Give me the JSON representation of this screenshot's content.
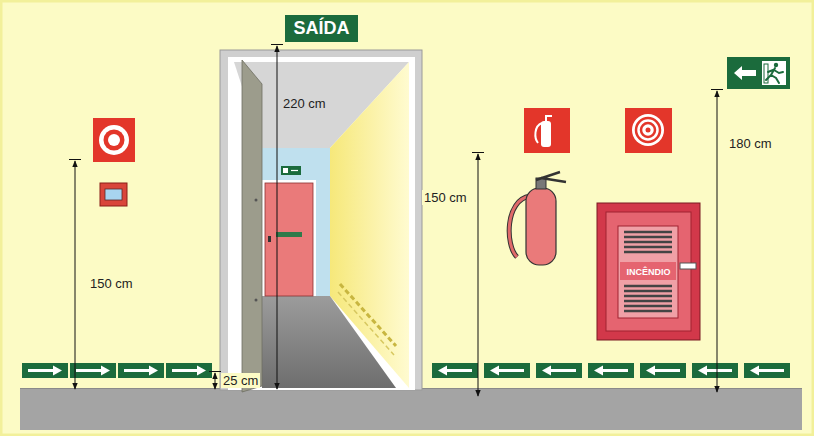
{
  "diagram": {
    "nodes": [
      {
        "text": [
          "SAÍDA"
        ]
      },
      {
        "text": [
          "INCÊNDIO"
        ]
      }
    ],
    "labels": [
      "220 cm",
      "180 cm",
      "150 cm",
      "150 cm",
      "25 cm"
    ]
  }
}
